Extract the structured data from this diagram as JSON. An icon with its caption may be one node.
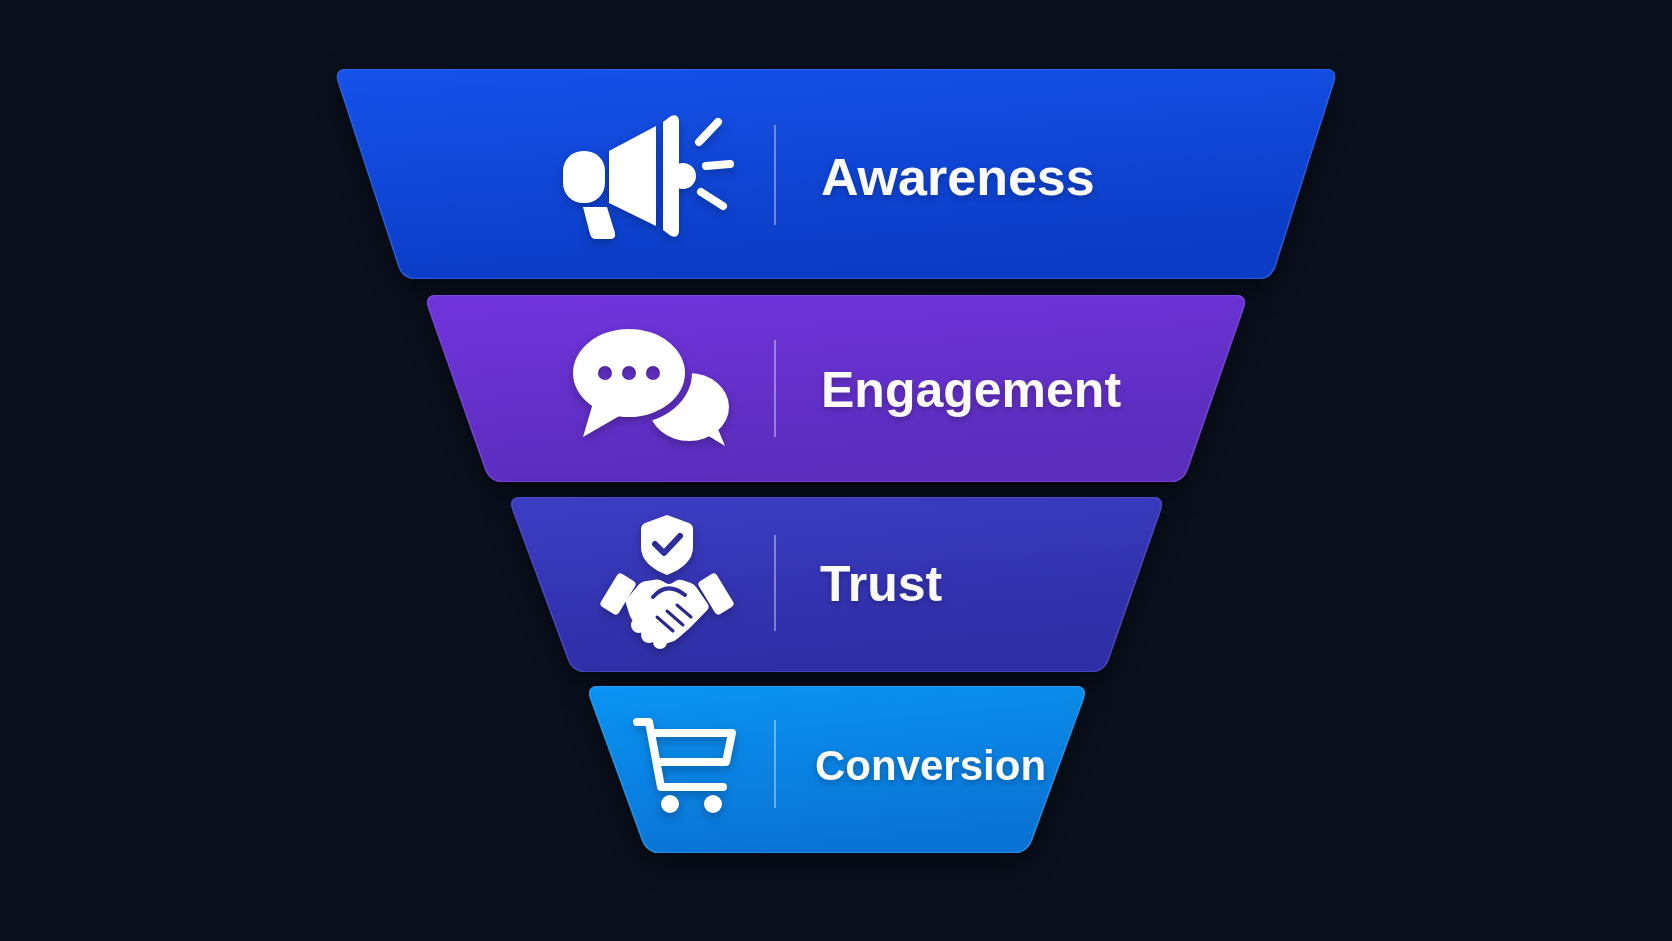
{
  "diagram": {
    "nodes": [
      {
        "text": [
          "Awareness"
        ]
      },
      {
        "text": [
          "Engagement"
        ]
      },
      {
        "text": [
          "Trust"
        ]
      },
      {
        "text": [
          "Conversion"
        ]
      }
    ]
  }
}
